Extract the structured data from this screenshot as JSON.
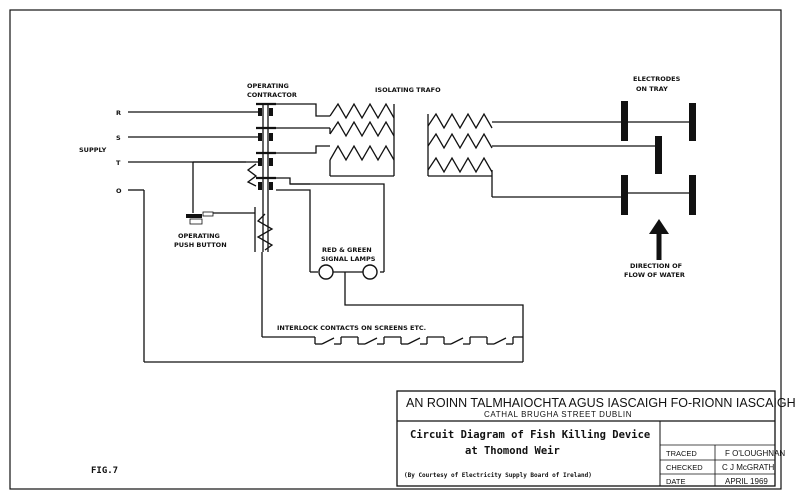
{
  "diagram": {
    "supply_label": "SUPPLY",
    "phase_labels": [
      "R",
      "S",
      "T",
      "O"
    ],
    "operating_contractor": [
      "OPERATING",
      "CONTRACTOR"
    ],
    "isolating_trafo": "ISOLATING   TRAFO",
    "electrodes_on_tray": [
      "ELECTRODES",
      "ON TRAY"
    ],
    "operating_push_button": [
      "OPERATING",
      "PUSH  BUTTON"
    ],
    "signal_lamps": [
      "RED & GREEN",
      "SIGNAL LAMPS"
    ],
    "direction_of_flow": [
      "DIRECTION OF",
      "FLOW  OF  WATER"
    ],
    "interlock_contacts": "INTERLOCK   CONTACTS   ON   SCREENS   ETC.",
    "figure_label": "FIG.7"
  },
  "title_block": {
    "department": "AN ROINN TALMHAIOCHTA AGUS IASCAIGH FO-RIONN IASCAIGH",
    "address": "CATHAL BRUGHA  STREET  DUBLIN",
    "title_line1": "Circuit Diagram of Fish Killing Device",
    "title_line2": "at Thomond  Weir",
    "courtesy": "(By   Courtesy   of  Electricity  Supply  Board  of  Ireland)",
    "rows": [
      {
        "field": "TRACED",
        "value": "F O'LOUGHNAN"
      },
      {
        "field": "CHECKED",
        "value": "C J McGRATH"
      },
      {
        "field": "DATE",
        "value": "APRIL 1969"
      }
    ]
  }
}
